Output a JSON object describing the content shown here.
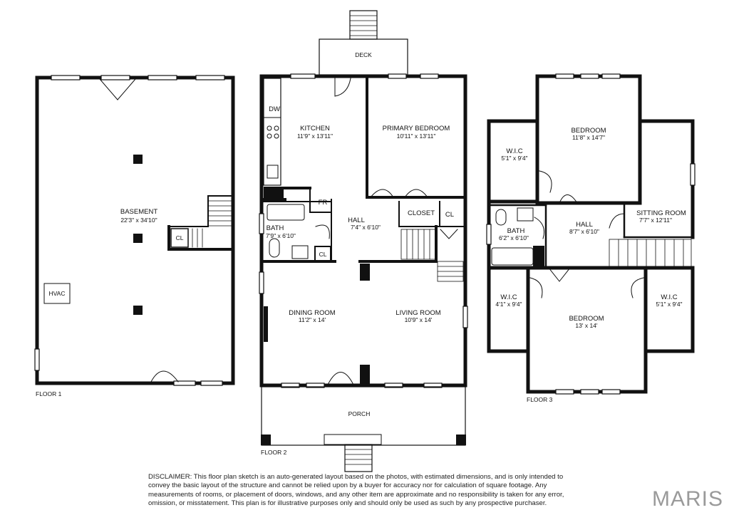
{
  "floors": {
    "floor1": "FLOOR 1",
    "floor2": "FLOOR 2",
    "floor3": "FLOOR 3"
  },
  "rooms": {
    "basement": {
      "name": "BASEMENT",
      "dim": "22'3\" x 34'10\""
    },
    "hvac": {
      "name": "HVAC"
    },
    "cl_basement": {
      "name": "CL"
    },
    "deck": {
      "name": "DECK"
    },
    "kitchen": {
      "name": "KITCHEN",
      "dim": "11'9\" x 13'11\""
    },
    "dw": {
      "name": "DW"
    },
    "fr": {
      "name": "FR"
    },
    "primary_bedroom": {
      "name": "PRIMARY BEDROOM",
      "dim": "10'11\" x 13'11\""
    },
    "closet": {
      "name": "CLOSET"
    },
    "cl_f2_right": {
      "name": "CL"
    },
    "hall_f2": {
      "name": "HALL",
      "dim": "7'4\" x 6'10\""
    },
    "bath_f2": {
      "name": "BATH",
      "dim": "7'9\" x 6'10\""
    },
    "cl_f2_bath": {
      "name": "CL"
    },
    "dining_room": {
      "name": "DINING ROOM",
      "dim": "11'2\" x 14'"
    },
    "living_room": {
      "name": "LIVING ROOM",
      "dim": "10'9\" x 14'"
    },
    "porch": {
      "name": "PORCH"
    },
    "wic_top": {
      "name": "W.I.C",
      "dim": "5'1\" x 9'4\""
    },
    "bedroom_top": {
      "name": "BEDROOM",
      "dim": "11'8\" x 14'7\""
    },
    "sitting_room": {
      "name": "SITTING ROOM",
      "dim": "7'7\" x 12'11\""
    },
    "bath_f3": {
      "name": "BATH",
      "dim": "6'2\" x 6'10\""
    },
    "hall_f3": {
      "name": "HALL",
      "dim": "8'7\" x 6'10\""
    },
    "wic_left": {
      "name": "W.I.C",
      "dim": "4'1\" x 9'4\""
    },
    "bedroom_bottom": {
      "name": "BEDROOM",
      "dim": "13' x 14'"
    },
    "wic_right": {
      "name": "W.I.C",
      "dim": "5'1\" x 9'4\""
    }
  },
  "disclaimer": "DISCLAIMER: This floor plan sketch is an auto-generated layout based on the photos, with estimated dimensions, and is only intended to convey the basic layout of the structure and cannot be relied upon by a buyer for accuracy nor for calculation of square footage. Any measurements of rooms, or placement of doors, windows, and any other item are approximate and no responsibility is taken for any error, omission, or misstatement. This plan is for illustrative purposes only and should only be used as such by any prospective purchaser.",
  "logo": "MARIS",
  "colors": {
    "wall": "#111111",
    "logo": "#9a9a9a"
  }
}
